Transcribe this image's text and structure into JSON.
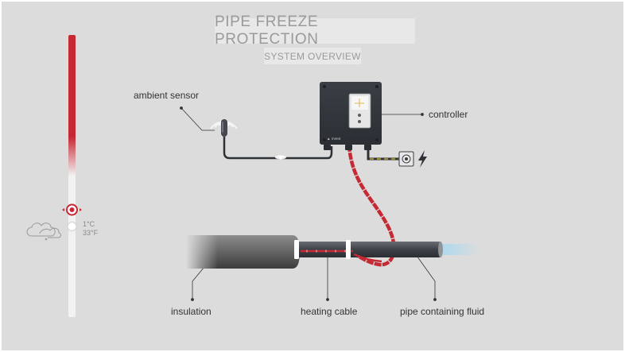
{
  "header": {
    "title": "PIPE FREEZE PROTECTION",
    "subtitle": "SYSTEM OVERVIEW"
  },
  "labels": {
    "ambient_sensor": "ambient sensor",
    "controller": "controller",
    "insulation": "insulation",
    "heating_cable": "heating cable",
    "pipe": "pipe containing fluid"
  },
  "thermometer": {
    "celsius": "1°C",
    "fahrenheit": "33°F"
  },
  "colors": {
    "accent": "#d32f2f",
    "background": "#dcdcdc"
  },
  "icons": [
    "cloud-icon",
    "power-plug-icon",
    "lightning-icon",
    "thermostat-marker-icon"
  ]
}
